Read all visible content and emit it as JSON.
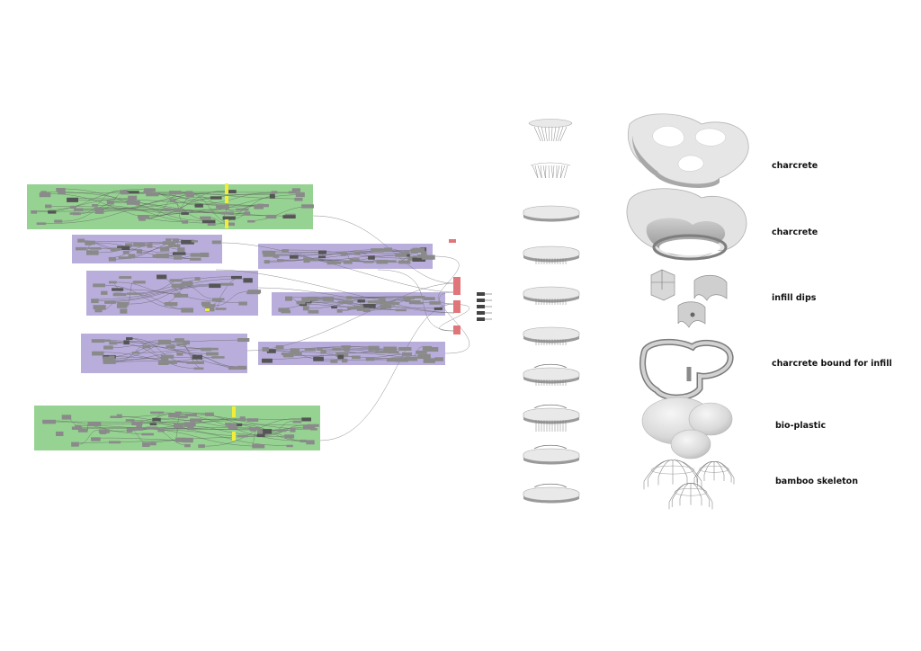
{
  "colors": {
    "group_green": "#96d392",
    "group_purple": "#b9aedb",
    "component": "#8a8a8a",
    "slider_yellow": "#f2ec3a",
    "relay_red": "#e0767a",
    "wire": "#5a5a5a",
    "model_face": "#e9e9e9",
    "model_side": "#9a9a9a"
  },
  "layers": [
    {
      "label": "charcrete",
      "icon": "charcrete-shell-icon"
    },
    {
      "label": "charcrete",
      "icon": "charcrete-ring-icon"
    },
    {
      "label": "infill dips",
      "icon": "infill-dips-icon"
    },
    {
      "label": "charcrete bound for infill",
      "icon": "charcrete-bound-icon"
    },
    {
      "label": "bio-plastic",
      "icon": "bio-plastic-dome-icon"
    },
    {
      "label": "bamboo skeleton",
      "icon": "bamboo-skeleton-icon"
    }
  ],
  "sequence_steps": 10
}
